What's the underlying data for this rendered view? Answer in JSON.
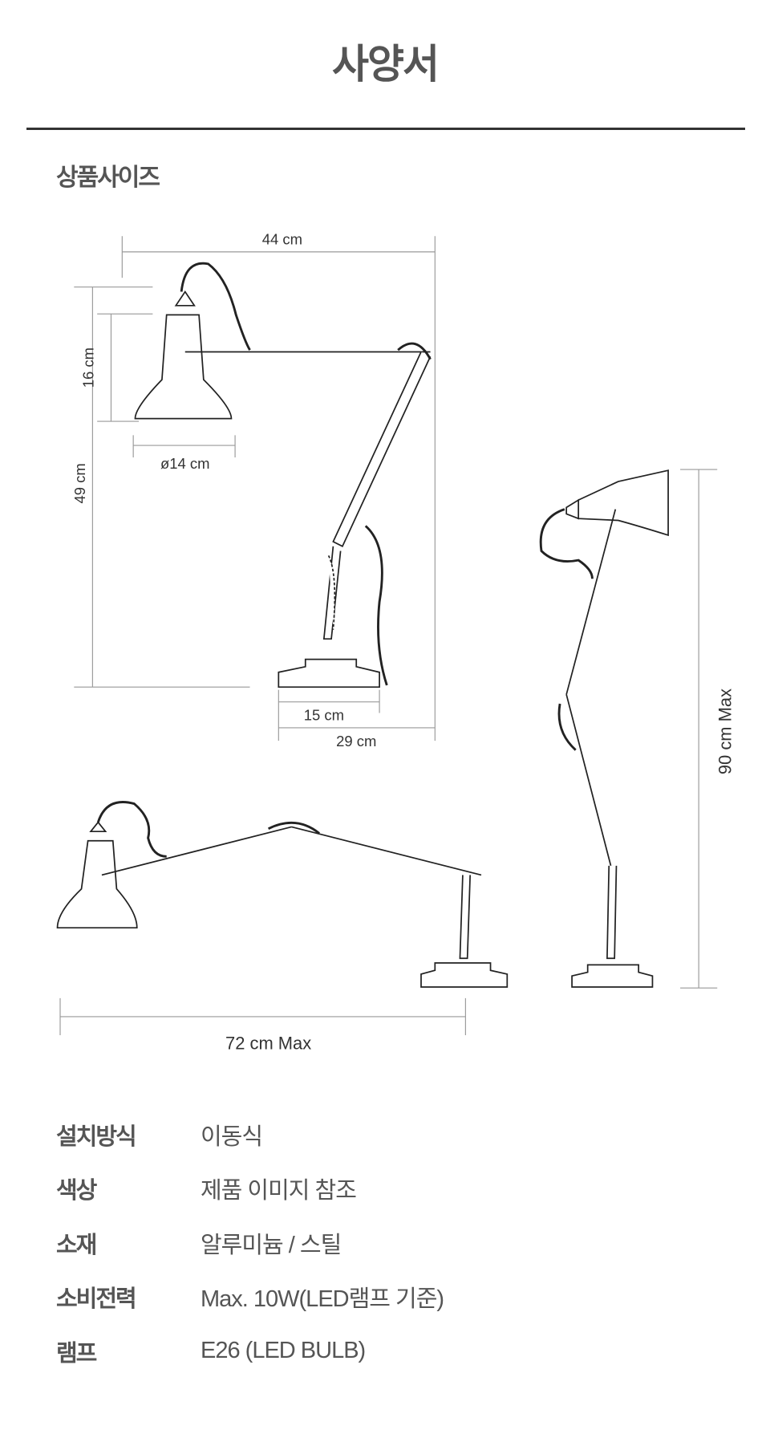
{
  "header": {
    "title": "사양서"
  },
  "section": {
    "title": "상품사이즈"
  },
  "dimensions": {
    "width": "44 cm",
    "shade_height": "16 cm",
    "height": "49 cm",
    "shade_diameter": "ø14 cm",
    "base_diameter": "15 cm",
    "base_reach": "29 cm",
    "max_reach": "72 cm Max",
    "max_height": "90 cm Max"
  },
  "specs": [
    {
      "label": "설치방식",
      "value": "이동식"
    },
    {
      "label": "색상",
      "value": "제품 이미지 참조"
    },
    {
      "label": "소재",
      "value": "알루미늄 / 스틸"
    },
    {
      "label": "소비전력",
      "value": "Max. 10W(LED램프 기준)"
    },
    {
      "label": "램프",
      "value": "E26 (LED BULB)"
    }
  ]
}
